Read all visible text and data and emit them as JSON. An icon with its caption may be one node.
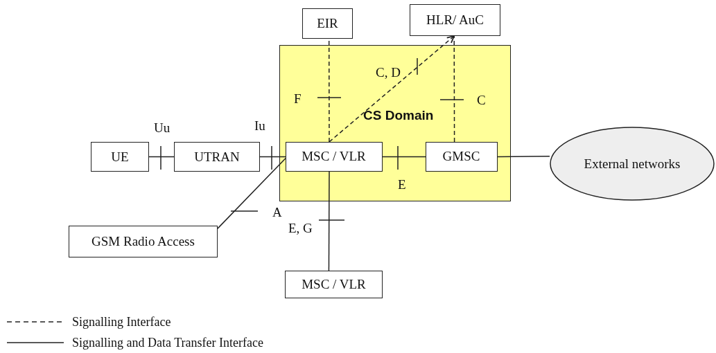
{
  "diagram": {
    "nodes": [
      {
        "text": [
          "CS Domain"
        ]
      },
      {
        "text": [
          "EIR"
        ]
      },
      {
        "text": [
          "HLR/ AuC"
        ]
      },
      {
        "text": [
          "UE"
        ]
      },
      {
        "text": [
          "UTRAN"
        ]
      },
      {
        "text": [
          "MSC / VLR"
        ],
        "in": 0
      },
      {
        "text": [
          "GMSC"
        ],
        "in": 0
      },
      {
        "text": [
          "External networks"
        ]
      },
      {
        "text": [
          "GSM Radio Access"
        ]
      },
      {
        "text": [
          "MSC / VLR"
        ]
      }
    ],
    "edges": [
      {
        "from": 3,
        "to": 4,
        "arrow": "none",
        "label": "Uu"
      },
      {
        "from": 4,
        "to": 5,
        "arrow": "none",
        "label": "Iu"
      },
      {
        "from": 5,
        "to": 1,
        "arrow": "none",
        "label": "F",
        "style": "dashed"
      },
      {
        "from": 5,
        "to": 2,
        "arrow": "to",
        "label": "C, D",
        "style": "dashed"
      },
      {
        "from": 6,
        "to": 2,
        "arrow": "none",
        "label": "C",
        "style": "dashed"
      },
      {
        "from": 5,
        "to": 6,
        "arrow": "none",
        "label": "E"
      },
      {
        "from": 6,
        "to": 7,
        "arrow": "none"
      },
      {
        "from": 8,
        "to": 5,
        "arrow": "none",
        "label": "A"
      },
      {
        "from": 5,
        "to": 9,
        "arrow": "none",
        "label": "E, G"
      }
    ],
    "legend": [
      {
        "text": "Signalling Interface"
      },
      {
        "text": "Signalling and Data Transfer Interface"
      }
    ]
  }
}
